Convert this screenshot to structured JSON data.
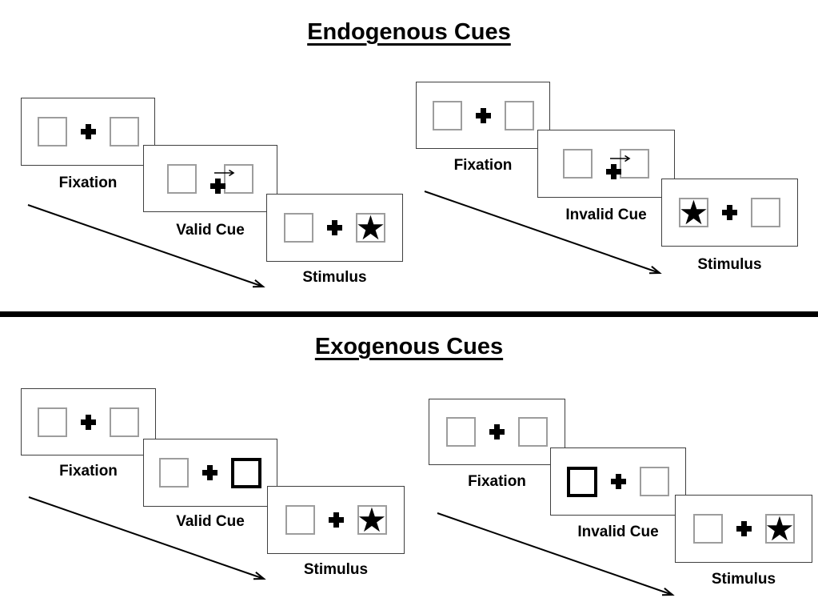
{
  "colors": {
    "panel_border": "#3f3f3f",
    "box_border": "#9d9d9d",
    "cue_highlight": "#000000",
    "divider": "#000000",
    "text": "#000000"
  },
  "glyphs": {
    "star": "★"
  },
  "sections": [
    {
      "title": "Endogenous Cues",
      "cue_style": "central arrow above fixation cross",
      "trials": [
        {
          "name": "valid",
          "frames": [
            {
              "label": "Fixation",
              "type": "fixation"
            },
            {
              "label": "Valid Cue",
              "type": "cue",
              "cue": "arrow-right"
            },
            {
              "label": "Stimulus",
              "type": "stimulus",
              "star_side": "right"
            }
          ]
        },
        {
          "name": "invalid",
          "frames": [
            {
              "label": "Fixation",
              "type": "fixation"
            },
            {
              "label": "Invalid Cue",
              "type": "cue",
              "cue": "arrow-right"
            },
            {
              "label": "Stimulus",
              "type": "stimulus",
              "star_side": "left"
            }
          ]
        }
      ]
    },
    {
      "title": "Exogenous Cues",
      "cue_style": "peripheral box brightening (thick border)",
      "trials": [
        {
          "name": "valid",
          "frames": [
            {
              "label": "Fixation",
              "type": "fixation"
            },
            {
              "label": "Valid Cue",
              "type": "cue",
              "highlight_side": "right"
            },
            {
              "label": "Stimulus",
              "type": "stimulus",
              "star_side": "right"
            }
          ]
        },
        {
          "name": "invalid",
          "frames": [
            {
              "label": "Fixation",
              "type": "fixation"
            },
            {
              "label": "Invalid Cue",
              "type": "cue",
              "highlight_side": "left"
            },
            {
              "label": "Stimulus",
              "type": "stimulus",
              "star_side": "right"
            }
          ]
        }
      ]
    }
  ]
}
